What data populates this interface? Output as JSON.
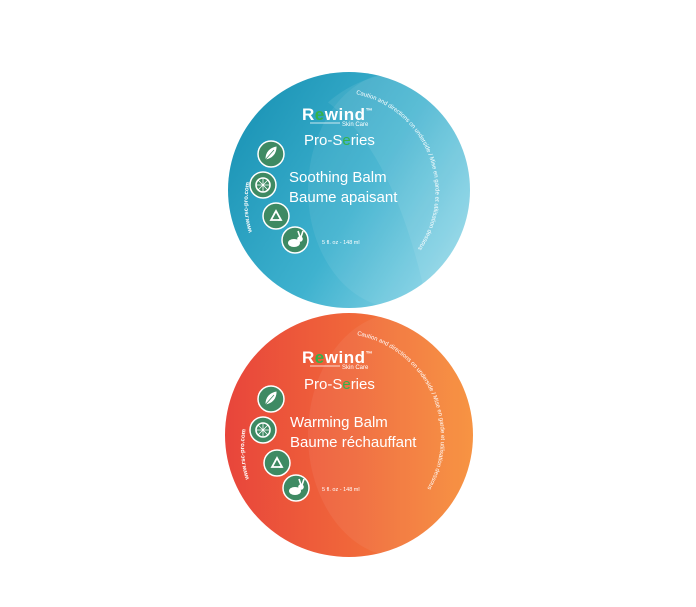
{
  "colors": {
    "teal_dark": "#1f9ab9",
    "teal_light": "#7fd0e2",
    "orange_dark": "#e8453b",
    "orange_light": "#f68c3b",
    "icon_green": "#3e8a63",
    "accent_green": "#35b24a"
  },
  "products": [
    {
      "brand": "Rewind",
      "brand_prefix": "R",
      "brand_suffix": "wind",
      "trademark": "™",
      "subbrand": "Skin Care",
      "series": "Pro-Series",
      "series_prefix": "Pro-S",
      "series_suffix": "ries",
      "name_en": "Soothing Balm",
      "name_fr": "Baume apaisant",
      "volume": "5 fl. oz - 148 ml",
      "website": "www.rsc-pro.com",
      "caution": "Caution and directions on underside / Mise en garde et utilisation dessous",
      "icons": [
        "leaf-icon",
        "citrus-icon",
        "recycle-icon",
        "rabbit-icon"
      ]
    },
    {
      "brand": "Rewind",
      "brand_prefix": "R",
      "brand_suffix": "wind",
      "trademark": "™",
      "subbrand": "Skin Care",
      "series": "Pro-Series",
      "series_prefix": "Pro-S",
      "series_suffix": "ries",
      "name_en": "Warming Balm",
      "name_fr": "Baume réchauffant",
      "volume": "5 fl. oz - 148 ml",
      "website": "www.rsc-pro.com",
      "caution": "Caution and directions on underside / Mise en garde et utilisation dessous",
      "icons": [
        "leaf-icon",
        "citrus-icon",
        "recycle-icon",
        "rabbit-icon"
      ]
    }
  ]
}
